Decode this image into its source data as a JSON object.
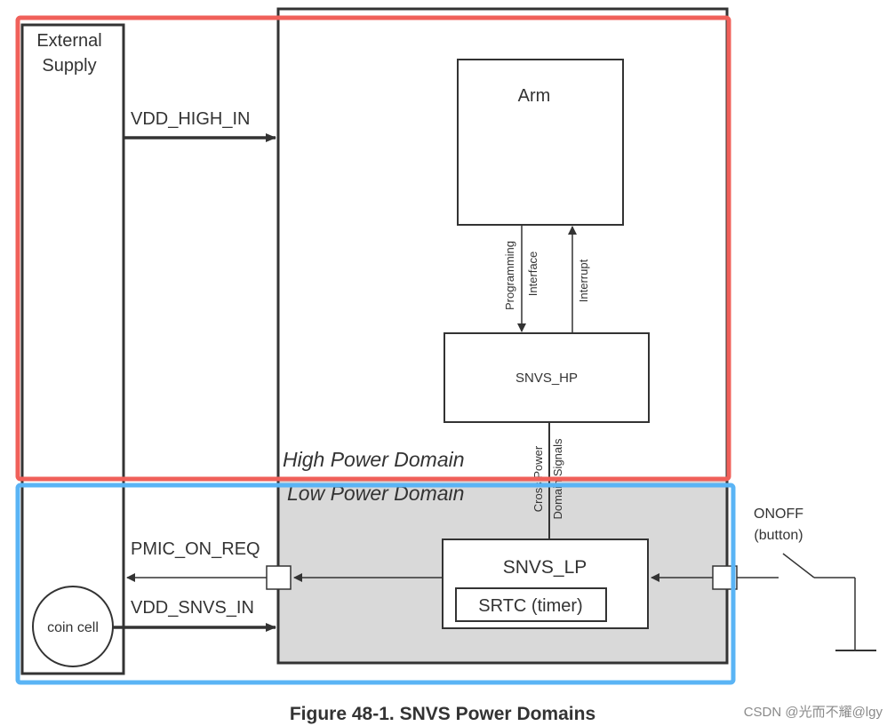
{
  "diagram": {
    "external_supply_line1": "External",
    "external_supply_line2": "Supply",
    "vdd_high_in": "VDD_HIGH_IN",
    "arm": "Arm",
    "programming_interface_line1": "Programming",
    "programming_interface_line2": "Interface",
    "interrupt": "Interrupt",
    "snvs_hp": "SNVS_HP",
    "cross_power_line1": "Cross Power",
    "cross_power_line2": "Domain Signals",
    "high_power_domain": "High Power Domain",
    "low_power_domain": "Low Power Domain",
    "pmic_on_req": "PMIC_ON_REQ",
    "vdd_snvs_in": "VDD_SNVS_IN",
    "snvs_lp": "SNVS_LP",
    "srtc_timer": "SRTC (timer)",
    "coin_cell": "coin cell",
    "onoff_line1": "ONOFF",
    "onoff_line2": "(button)"
  },
  "caption": "Figure 48-1. SNVS Power Domains",
  "watermark": "CSDN @光而不耀@lgy",
  "colors": {
    "high_power_outline": "#f0605a",
    "low_power_outline": "#5ab4f5",
    "low_power_fill": "#d9d9d9",
    "line": "#333333"
  }
}
